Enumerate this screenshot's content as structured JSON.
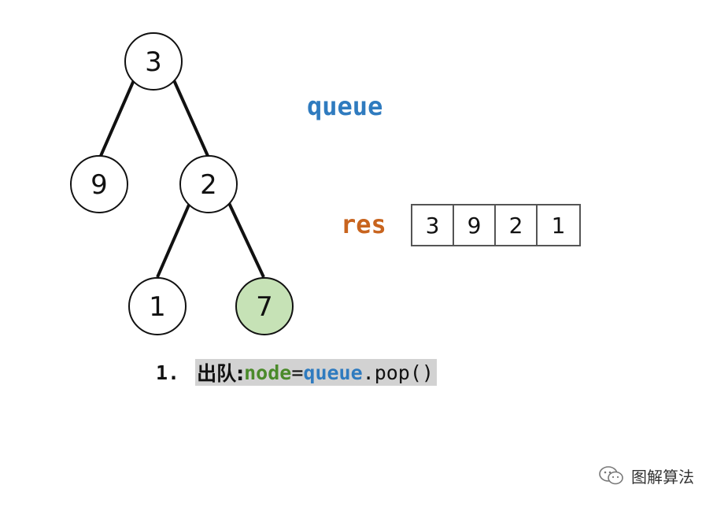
{
  "tree": {
    "nodes": [
      {
        "id": "n3",
        "label": "3",
        "highlighted": false
      },
      {
        "id": "n9",
        "label": "9",
        "highlighted": false
      },
      {
        "id": "n2",
        "label": "2",
        "highlighted": false
      },
      {
        "id": "n1",
        "label": "1",
        "highlighted": false
      },
      {
        "id": "n7",
        "label": "7",
        "highlighted": true
      }
    ],
    "edges": [
      [
        "n3",
        "n9"
      ],
      [
        "n3",
        "n2"
      ],
      [
        "n2",
        "n1"
      ],
      [
        "n2",
        "n7"
      ]
    ],
    "highlight_color": "#c6e2b6"
  },
  "queue_label": "queue",
  "res_label": "res",
  "res_values": [
    "3",
    "9",
    "2",
    "1"
  ],
  "step": {
    "number": "1.",
    "action": "出队:",
    "var": "node",
    "op": "=",
    "obj": "queue",
    "call": ".pop()"
  },
  "watermark": {
    "icon": "wechat-icon",
    "text": "图解算法"
  },
  "colors": {
    "queue": "#2f7bbf",
    "res": "#c8641e",
    "node_var": "#4a8a2a",
    "code_bg": "#d2d2d2"
  }
}
